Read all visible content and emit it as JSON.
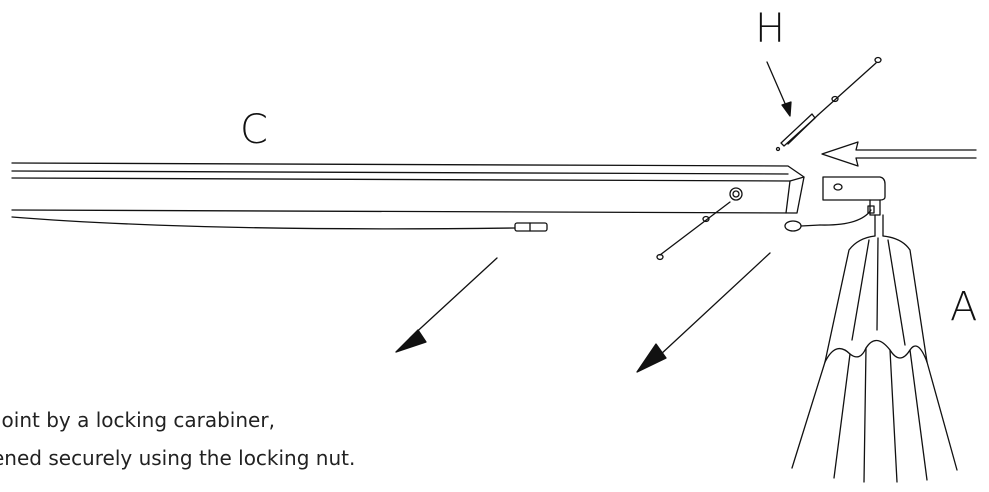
{
  "labels": {
    "h": "H",
    "c": "C",
    "a": "A"
  },
  "caption": {
    "line1": "joint by a locking carabiner,",
    "line2": "ened securely using the locking nut."
  },
  "colors": {
    "line": "#111111",
    "background": "#ffffff"
  }
}
